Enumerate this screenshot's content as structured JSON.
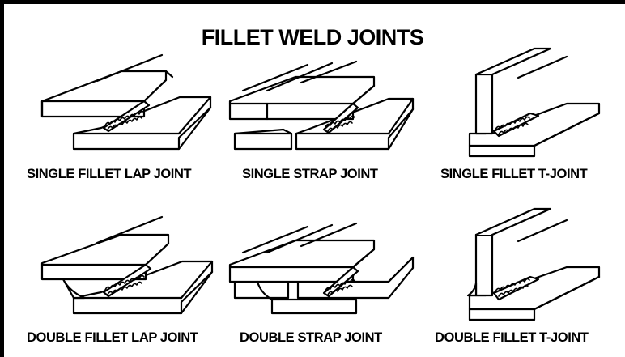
{
  "title": "FILLET WELD JOINTS",
  "joints": [
    {
      "label": "SINGLE FILLET LAP JOINT",
      "icon": "single-fillet-lap-joint-icon"
    },
    {
      "label": "SINGLE STRAP JOINT",
      "icon": "single-strap-joint-icon"
    },
    {
      "label": "SINGLE FILLET T-JOINT",
      "icon": "single-fillet-t-joint-icon"
    },
    {
      "label": "DOUBLE FILLET LAP JOINT",
      "icon": "double-fillet-lap-joint-icon"
    },
    {
      "label": "DOUBLE STRAP JOINT",
      "icon": "double-strap-joint-icon"
    },
    {
      "label": "DOUBLE FILLET T-JOINT",
      "icon": "double-fillet-t-joint-icon"
    }
  ]
}
